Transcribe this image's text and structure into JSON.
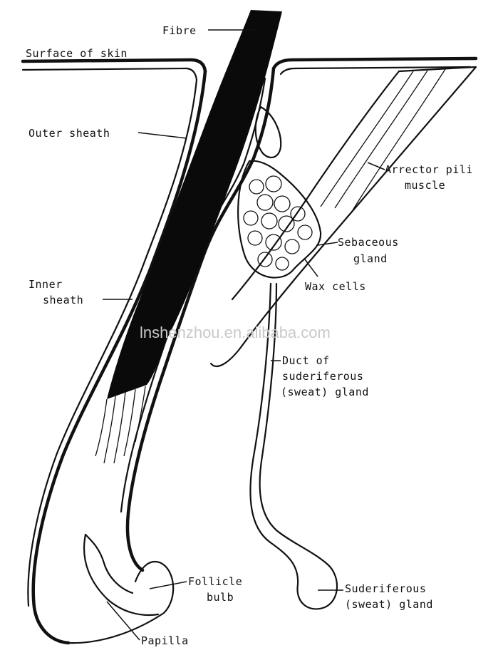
{
  "labels": {
    "fibre": "Fibre",
    "surface_of_skin": "Surface of skin",
    "outer_sheath": "Outer sheath",
    "arrector_pili_1": "Arrector pili",
    "arrector_pili_2": "muscle",
    "sebaceous_1": "Sebaceous",
    "sebaceous_2": "gland",
    "wax_cells": "Wax cells",
    "inner_sheath_1": "Inner",
    "inner_sheath_2": "sheath",
    "duct_1": "Duct of",
    "duct_2": "suderiferous",
    "duct_3": "(sweat) gland",
    "follicle_1": "Follicle",
    "follicle_2": "bulb",
    "suderiferous_1": "Suderiferous",
    "suderiferous_2": "(sweat) gland",
    "papilla": "Papilla"
  },
  "watermark": "lnshenzhou.en.alibaba.com"
}
